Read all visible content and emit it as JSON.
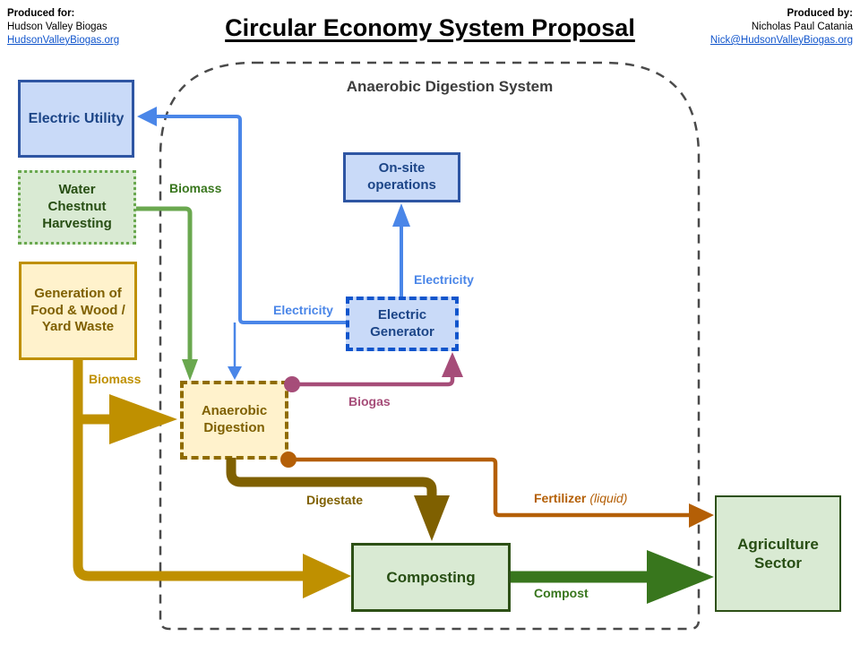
{
  "header": {
    "produced_for": {
      "heading": "Produced for:",
      "line1": "Hudson Valley Biogas",
      "link": "HudsonValleyBiogas.org"
    },
    "title": "Circular Economy System Proposal",
    "produced_by": {
      "heading": "Produced by:",
      "line1": "Nicholas Paul Catania",
      "link": "Nick@HudsonValleyBiogas.org"
    }
  },
  "system": {
    "label": "Anaerobic Digestion System"
  },
  "nodes": {
    "electric_utility": {
      "label": "Electric Utility"
    },
    "water_chestnut": {
      "label": "Water Chestnut Harvesting"
    },
    "generation": {
      "label": "Generation of Food & Wood / Yard Waste"
    },
    "onsite_operations": {
      "label": "On-site operations"
    },
    "electric_generator": {
      "label": "Electric Generator"
    },
    "anaerobic_digestion": {
      "label": "Anaerobic Digestion"
    },
    "composting": {
      "label": "Composting"
    },
    "agriculture_sector": {
      "label": "Agriculture Sector"
    }
  },
  "flows": {
    "biomass_harvest": {
      "label": "Biomass",
      "from": "Water Chestnut Harvesting",
      "to": "Anaerobic Digestion"
    },
    "biomass_waste": {
      "label": "Biomass",
      "from": "Generation of Food & Wood / Yard Waste",
      "to": "Anaerobic Digestion / Composting"
    },
    "electricity_grid": {
      "label": "Electricity",
      "from": "Electric Generator",
      "to": "Electric Utility / Anaerobic Digestion"
    },
    "electricity_onsite": {
      "label": "Electricity",
      "from": "Electric Generator",
      "to": "On-site operations"
    },
    "biogas": {
      "label": "Biogas",
      "from": "Anaerobic Digestion",
      "to": "Electric Generator"
    },
    "digestate": {
      "label": "Digestate",
      "from": "Anaerobic Digestion",
      "to": "Composting"
    },
    "fertilizer": {
      "label": "Fertilizer",
      "qualifier": "(liquid)",
      "from": "Anaerobic Digestion",
      "to": "Agriculture Sector"
    },
    "compost": {
      "label": "Compost",
      "from": "Composting",
      "to": "Agriculture Sector"
    }
  },
  "colors": {
    "title_color": "#000000",
    "link_blue": "#1155cc",
    "dash_gray": "#4a4a4a",
    "system_label": "#3d3d3d",
    "blue_fill": "#c9daf8",
    "blue_border": "#2e55a3",
    "blue_dash_border": "#1155cc",
    "blue_text": "#1c4587",
    "blue_line": "#4a86e8",
    "green_fill": "#d9ead3",
    "green_dot_border": "#6aa84f",
    "green_border_dark": "#2d5016",
    "green_text_dark": "#274e13",
    "green_line": "#6aa84f",
    "green_label": "#38761d",
    "compost_green": "#38761d",
    "yellow_fill": "#fff2cc",
    "mustard": "#bf9000",
    "mustard_dark": "#8f6c00",
    "olive": "#7f6000",
    "yellow_text": "#7f6000",
    "magenta": "#a64d79",
    "orange": "#b45f06"
  }
}
